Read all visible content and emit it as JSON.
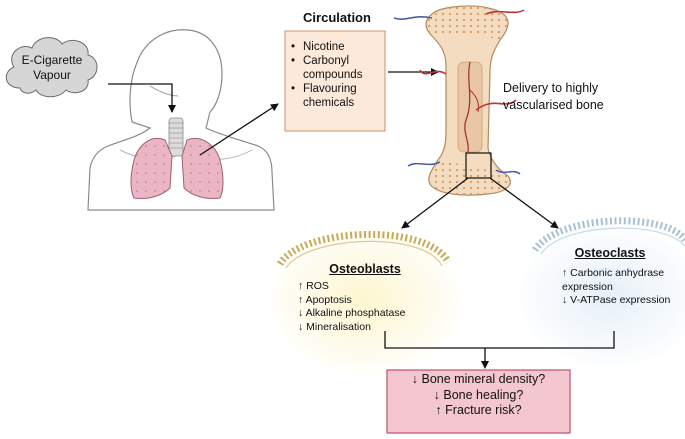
{
  "source": {
    "label_line1": "E-Cigarette",
    "label_line2": "Vapour"
  },
  "circulation": {
    "title": "Circulation",
    "items": [
      "Nicotine",
      "Carbonyl compounds",
      "Flavouring chemicals"
    ]
  },
  "delivery": {
    "label": "Delivery to highly vascularised bone"
  },
  "osteoblasts": {
    "title": "Osteoblasts",
    "effects": [
      "↑ ROS",
      "↑ Apoptosis",
      "↓ Alkaline phosphatase",
      "↓ Mineralisation"
    ]
  },
  "osteoclasts": {
    "title": "Osteoclasts",
    "effects": [
      "↑  Carbonic anhydrase expression",
      "↓ V-ATPase expression"
    ]
  },
  "outcomes": {
    "lines": [
      "↓ Bone mineral density?",
      "↓ Bone healing?",
      "↑ Fracture risk?"
    ]
  },
  "colors": {
    "cloud_fill": "#d6d6d6",
    "circulation_box_fill": "#fde9da",
    "circulation_box_border": "#c98f6b",
    "outcome_box_fill": "#f4c6cf",
    "outcome_box_border": "#c0506a",
    "lung_fill": "#eab6c4",
    "bone_fill": "#f3dcc0",
    "osteoblast_glow": "#fdf6cf",
    "osteoclast_glow": "#e6f0f8",
    "artery": "#c23333",
    "vein": "#4a5fa8"
  }
}
